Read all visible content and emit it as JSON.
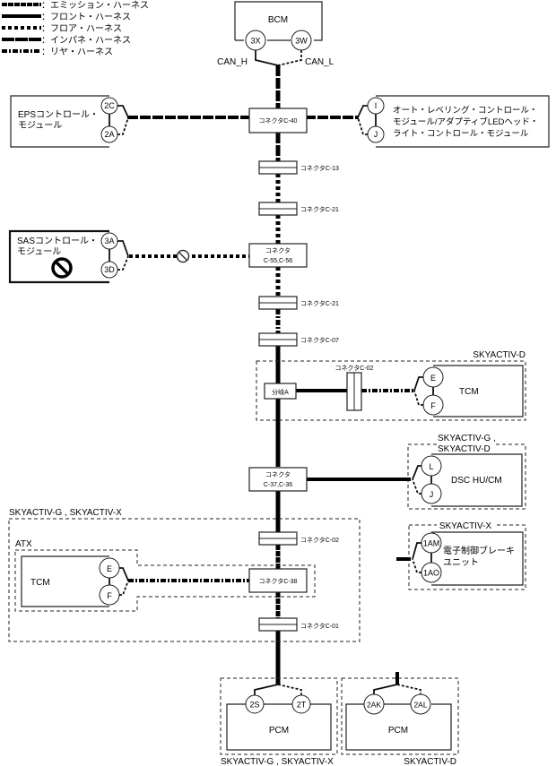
{
  "legend": [
    {
      "style": "emission",
      "label": "：エミッション・ハーネス"
    },
    {
      "style": "front",
      "label": "：フロント・ハーネス"
    },
    {
      "style": "floor",
      "label": "：フロア・ハーネス"
    },
    {
      "style": "instrument",
      "label": "：インパネ・ハーネス"
    },
    {
      "style": "rear",
      "label": "：リヤ・ハーネス"
    }
  ],
  "modules": {
    "bcm": {
      "name": "BCM",
      "pins": [
        "3X",
        "3W"
      ],
      "signals": [
        "CAN_H",
        "CAN_L"
      ]
    },
    "eps": {
      "name_lines": [
        "EPSコントロール・",
        "モジュール"
      ],
      "pins": [
        "2C",
        "2A"
      ]
    },
    "aled": {
      "name_lines": [
        "オート・レベリング・コントロール・",
        "モジュール/アダプティブLEDヘッド・",
        "ライト・コントロール・モジュール"
      ],
      "pins": [
        "I",
        "J"
      ]
    },
    "sas": {
      "name_lines": [
        "SASコントロール・",
        "モジュール"
      ],
      "pins": [
        "3A",
        "3D"
      ],
      "status_icon": "prohibited-icon"
    },
    "tcm_d": {
      "name": "TCM",
      "pins": [
        "E",
        "F"
      ],
      "zone": "SKYACTIV-D"
    },
    "dsc": {
      "name": "DSC HU/CM",
      "pins": [
        "L",
        "J"
      ],
      "zone_lines": [
        "SKYACTIV-G ,",
        "SKYACTIV-D"
      ]
    },
    "ebrake": {
      "name_lines": [
        "電子制御ブレーキ",
        "ユニット"
      ],
      "pins": [
        "1AM",
        "1AO"
      ],
      "zone": "SKYACTIV-X"
    },
    "tcm_atx": {
      "name": "TCM",
      "pins": [
        "E",
        "F"
      ],
      "zone": "ATX"
    },
    "pcm_gx": {
      "name": "PCM",
      "pins": [
        "2S",
        "2T"
      ],
      "zone": "SKYACTIV-G , SKYACTIV-X"
    },
    "pcm_d": {
      "name": "PCM",
      "pins": [
        "2AK",
        "2AL"
      ],
      "zone": "SKYACTIV-D"
    }
  },
  "outer_zone": "SKYACTIV-G , SKYACTIV-X",
  "connectors": {
    "c40": "コネクタC-40",
    "c13": "コネクタC-13",
    "c21a": "コネクタC-21",
    "c55_l1": "コネクタ",
    "c55_l2": "C-55,C-56",
    "c21b": "コネクタC-21",
    "c07": "コネクタC-07",
    "c02a": "コネクタC-02",
    "branch": "分岐A",
    "c37_l1": "コネクタ",
    "c37_l2": "C-37,C-36",
    "c02b": "コネクタC-02",
    "c38": "コネクタC-38",
    "c01": "コネクタC-01"
  }
}
